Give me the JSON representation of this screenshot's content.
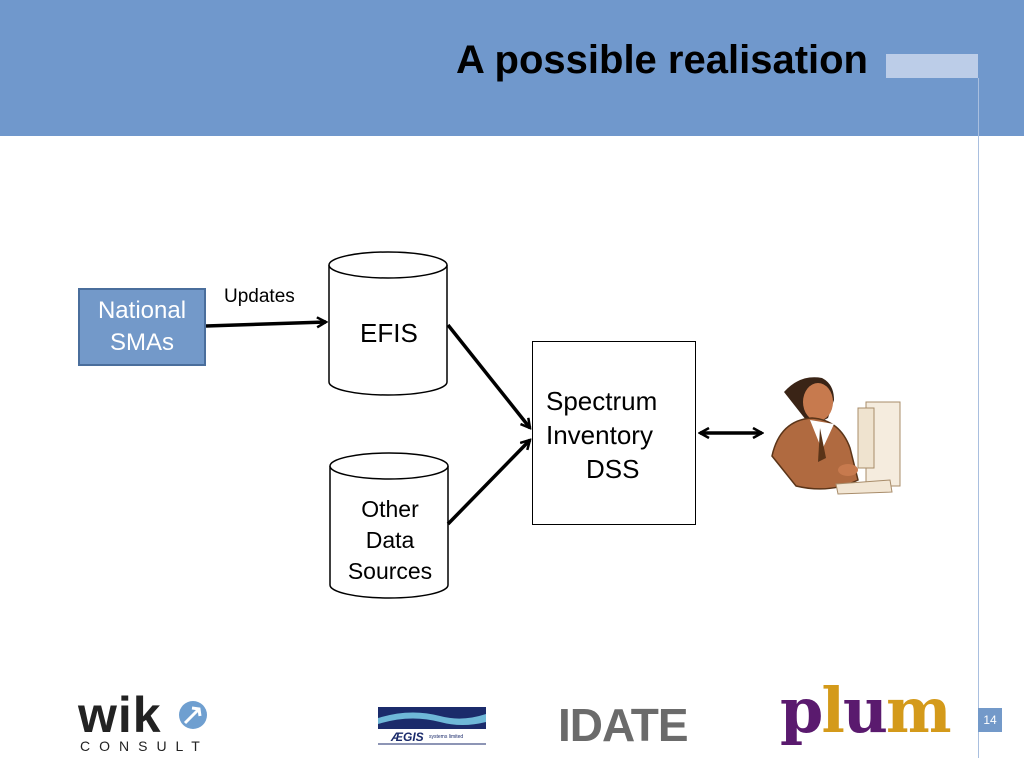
{
  "slide": {
    "title": "A possible realisation",
    "page_number": "14"
  },
  "diagram": {
    "source_box": {
      "line1": "National",
      "line2": "SMAs"
    },
    "edge_label": "Updates",
    "efis": "EFIS",
    "other_sources": {
      "line1": "Other",
      "line2": "Data",
      "line3": "Sources"
    },
    "dss": {
      "line1": "Spectrum",
      "line2": "Inventory",
      "line3": "DSS"
    }
  },
  "logos": {
    "wik": {
      "word": "wik",
      "sub": "CONSULT"
    },
    "aegis": {
      "word": "ÆGIS",
      "sub": "systems limited"
    },
    "idate": "IDATE",
    "plum": {
      "p": "p",
      "l": "l",
      "u": "u",
      "m": "m"
    }
  },
  "colors": {
    "header": "#7098cc",
    "box_fill": "#7399c9",
    "plum_purple": "#5a1a6e",
    "plum_gold": "#d49a1a"
  }
}
